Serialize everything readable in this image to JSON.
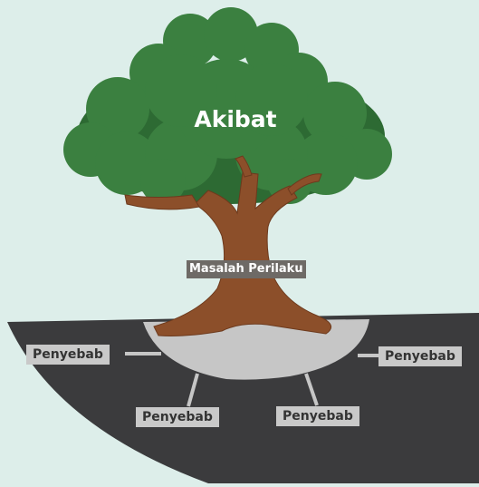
{
  "diagram": {
    "effect_label": "Akibat",
    "problem_label": "Masalah Perilaku",
    "cause_labels": [
      "Penyebab",
      "Penyebab",
      "Penyebab",
      "Penyebab"
    ]
  },
  "colors": {
    "background": "#ddeeea",
    "ground": "#3b3b3d",
    "mound": "#c6c6c6",
    "canopy": "#3b8040",
    "canopy_dark": "#2d6a33",
    "trunk": "#8c4f2a",
    "label_bg": "#c9c9c9",
    "problem_bg": "#6e6a66"
  }
}
